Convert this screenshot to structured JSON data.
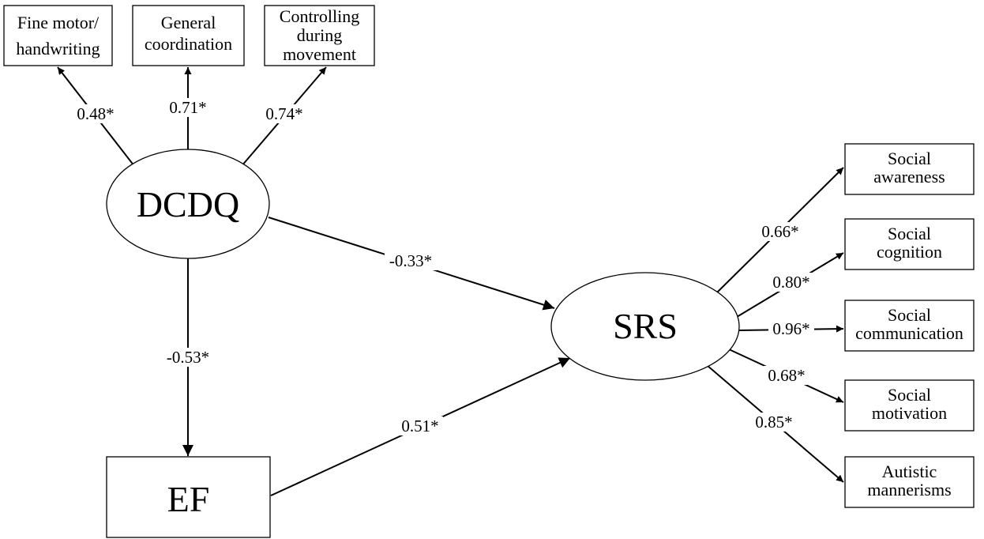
{
  "nodes": {
    "fine_motor": [
      "Fine motor/",
      "handwriting"
    ],
    "general_coordination": [
      "General",
      "coordination"
    ],
    "controlling_movement": [
      "Controlling",
      "during",
      "movement"
    ],
    "dcdq": "DCDQ",
    "ef": "EF",
    "srs": "SRS",
    "social_awareness": [
      "Social",
      "awareness"
    ],
    "social_cognition": [
      "Social",
      "cognition"
    ],
    "social_communication": [
      "Social",
      "communication"
    ],
    "social_motivation": [
      "Social",
      "motivation"
    ],
    "autistic_mannerisms": [
      "Autistic",
      "mannerisms"
    ]
  },
  "paths": {
    "dcdq_fine_motor": "0.48*",
    "dcdq_general_coordination": "0.71*",
    "dcdq_controlling_movement": "0.74*",
    "dcdq_srs": "-0.33*",
    "dcdq_ef": "-0.53*",
    "ef_srs": "0.51*",
    "srs_social_awareness": "0.66*",
    "srs_social_cognition": "0.80*",
    "srs_social_communication": "0.96*",
    "srs_social_motivation": "0.68*",
    "srs_autistic_mannerisms": "0.85*"
  }
}
